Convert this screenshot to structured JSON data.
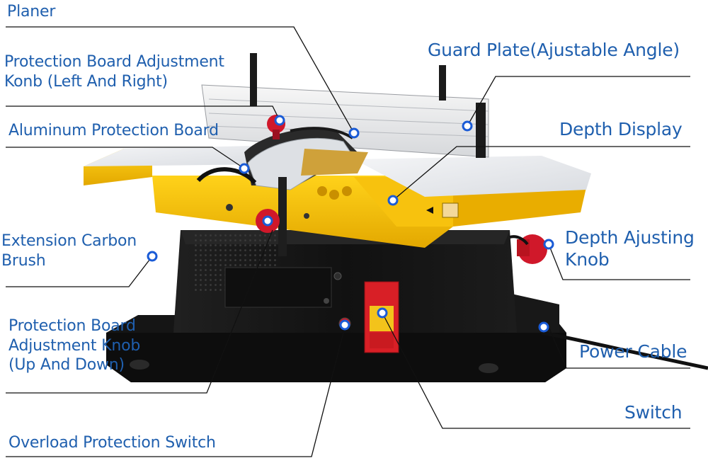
{
  "colors": {
    "label": "#1f5fae",
    "leader_line": "#111111",
    "marker": "#1a5bd6",
    "body_black": "#141414",
    "body_yellow": "#f2b705",
    "table_silver": "#e9ebee",
    "knob_red": "#d0182a"
  },
  "labels": {
    "planer": "Planer",
    "protection_board_lr_line1": "Protection Board Adjustment",
    "protection_board_lr_line2": "Konb (Left And Right)",
    "aluminum_protection_board": "Aluminum Protection Board",
    "extension_carbon_brush_line1": "Extension Carbon",
    "extension_carbon_brush_line2": "Brush",
    "protection_board_ud_line1": "Protection Board",
    "protection_board_ud_line2": "Adjustment Knob",
    "protection_board_ud_line3": "(Up And Down)",
    "overload_protection_switch": "Overload Protection Switch",
    "guard_plate": "Guard Plate(Ajustable Angle)",
    "depth_display": "Depth Display",
    "depth_adjusting_knob_line1": "Depth Ajusting",
    "depth_adjusting_knob_line2": "Knob",
    "power_cable": "Power Cable",
    "switch": "Switch"
  }
}
